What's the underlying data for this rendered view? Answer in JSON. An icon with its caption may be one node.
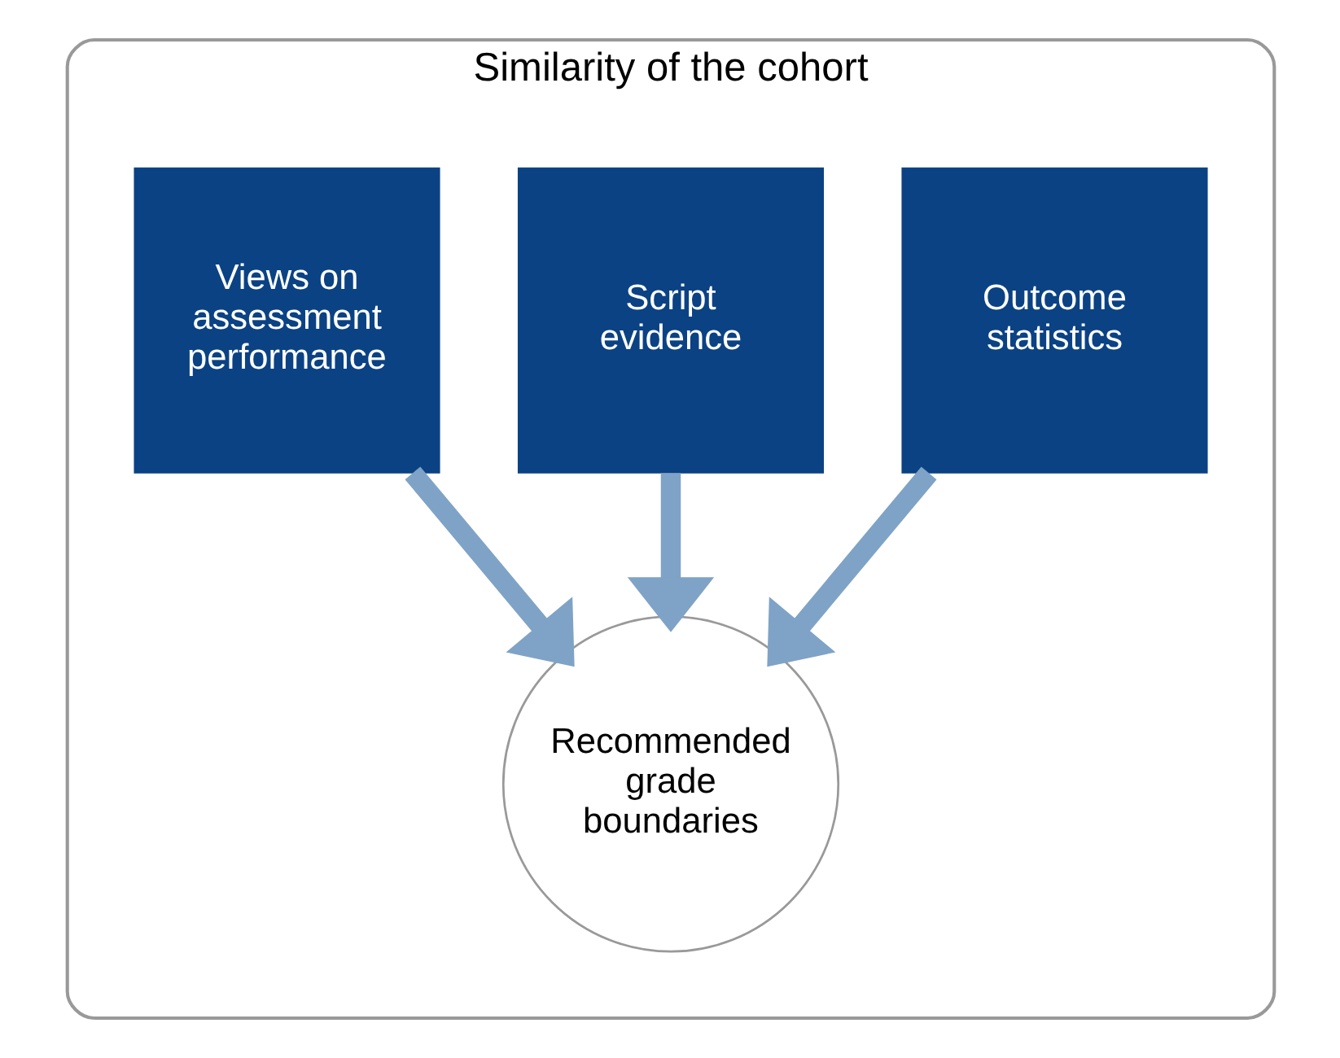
{
  "diagram": {
    "nodes": [
      {
        "text": [
          "Similarity of the cohort"
        ]
      },
      {
        "text": [
          "Views on assessment performance"
        ],
        "in": 0
      },
      {
        "text": [
          "Script evidence"
        ],
        "in": 0
      },
      {
        "text": [
          "Outcome statistics"
        ],
        "in": 0
      },
      {
        "text": [
          "Recommended grade boundaries"
        ],
        "in": 0
      }
    ],
    "edges": [
      {
        "from": 1,
        "to": 4,
        "arrow": "to"
      },
      {
        "from": 2,
        "to": 4,
        "arrow": "to"
      },
      {
        "from": 3,
        "to": 4,
        "arrow": "to"
      }
    ]
  }
}
